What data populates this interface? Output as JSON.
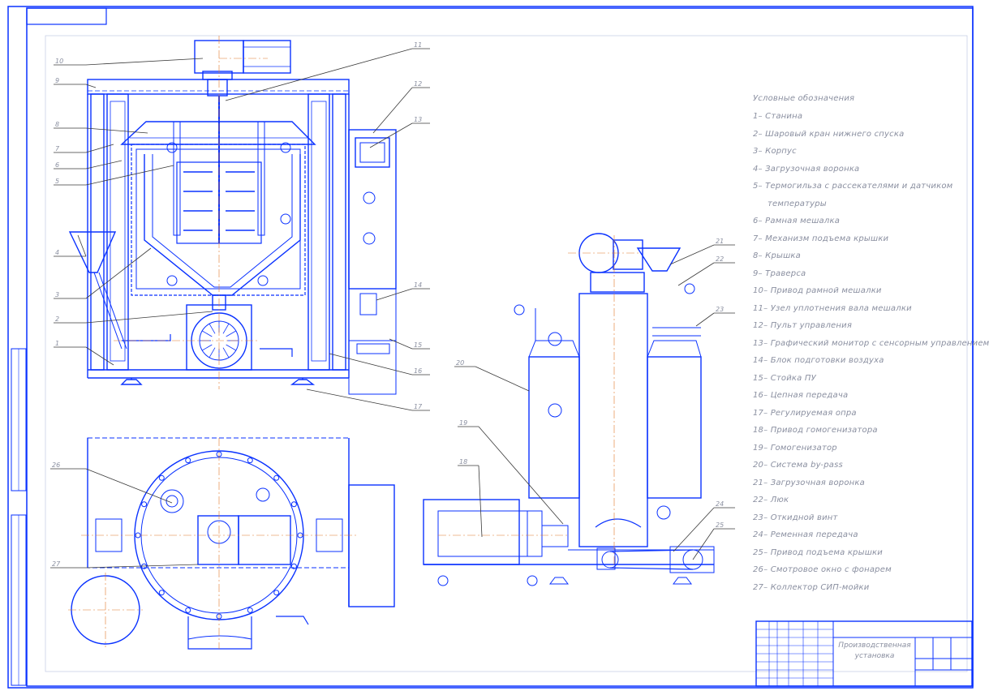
{
  "legend": {
    "title": "Условные обозначения",
    "items": [
      "1– Станина",
      "2– Шаровый кран нижнего спуска",
      "3– Корпус",
      "4– Загрузочная воронка",
      "5– Термогильза с рассекателями и датчиком",
      "температуры",
      "6– Рамная мешалка",
      "7– Механизм подъема крышки",
      "8– Крышка",
      "9– Траверса",
      "10– Привод рамной мешалки",
      "11– Узел уплотнения вала мешалки",
      "12– Пульт управления",
      "13– Графический монитор с сенсорным управлением",
      "14– Блок подготовки воздуха",
      "15– Стойка ПУ",
      "16– Цепная передача",
      "17– Регулируемая опра",
      "18– Привод гомогенизатора",
      "19– Гомогенизатор",
      "20– Система by-pass",
      "21– Загрузочная воронка",
      "22– Люк",
      "23– Откидной винт",
      "24– Ременная передача",
      "25– Привод подъема крышки",
      "26– Смотровое окно с фонарем",
      "27– Коллектор СИП-мойки"
    ]
  },
  "callouts_front": [
    "10",
    "9",
    "8",
    "7",
    "6",
    "5",
    "4",
    "3",
    "2",
    "1"
  ],
  "callouts_front_right": [
    "11",
    "12",
    "13",
    "14",
    "15",
    "16",
    "17"
  ],
  "callouts_top": [
    "26",
    "27"
  ],
  "callouts_side": [
    "21",
    "22",
    "23",
    "20",
    "19",
    "18",
    "24",
    "25"
  ],
  "title_block": {
    "title_line1": "Производственная",
    "title_line2": "установка"
  },
  "colors": {
    "line": "#0a32ff",
    "thin": "#3a5bff",
    "center": "#e0782a",
    "leader": "#3a3a3a",
    "text": "#8a8fa0"
  }
}
